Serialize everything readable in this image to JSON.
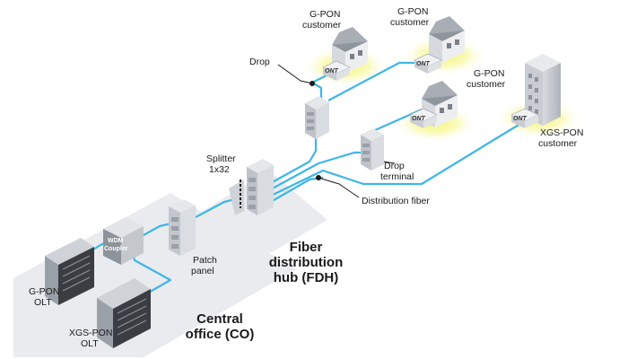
{
  "labels": {
    "drop": "Drop",
    "gpon_customer_1_line1": "G-PON",
    "gpon_customer_1_line2": "customer",
    "gpon_customer_2_line1": "G-PON",
    "gpon_customer_2_line2": "customer",
    "gpon_customer_3_line1": "G-PON",
    "gpon_customer_3_line2": "customer",
    "xgspon_customer_line1": "XGS-PON",
    "xgspon_customer_line2": "customer",
    "splitter_line1": "Splitter",
    "splitter_line2": "1x32",
    "drop_terminal_line1": "Drop",
    "drop_terminal_line2": "terminal",
    "distribution_fiber": "Distribution fiber",
    "patch_panel_line1": "Patch",
    "patch_panel_line2": "panel",
    "fdh_line1": "Fiber",
    "fdh_line2": "distribution",
    "fdh_line3": "hub (FDH)",
    "co_line1": "Central",
    "co_line2": "office (CO)",
    "gpon_olt_line1": "G-PON",
    "gpon_olt_line2": "OLT",
    "xgspon_olt_line1": "XGS-PON",
    "xgspon_olt_line2": "OLT",
    "wdm_line1": "WDM",
    "wdm_line2": "Coupler",
    "ont": "ONT"
  },
  "colors": {
    "fiber": "#3fb6e6",
    "zone": "#e9ebee",
    "glow": "#f2f26a",
    "equipment": "#cfd3d8",
    "olt_dark": "#3a3d42"
  },
  "icons": [
    "house-icon",
    "office-building-icon",
    "ont-device-icon",
    "olt-chassis-icon",
    "wdm-coupler-icon",
    "patch-panel-icon",
    "splitter-icon",
    "drop-terminal-icon"
  ]
}
